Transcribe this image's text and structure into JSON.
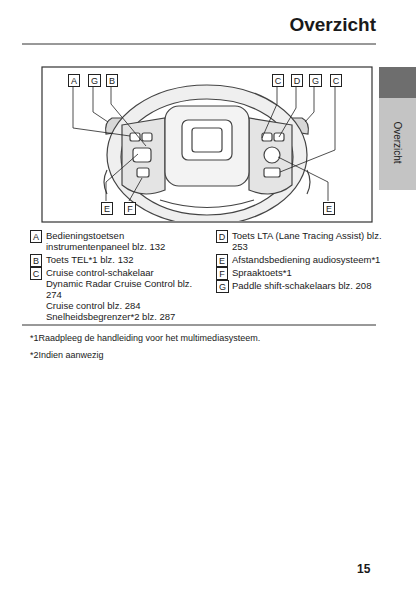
{
  "diagram": {
    "title": "Overzicht",
    "nodes": [
      {
        "text": [
          "A"
        ]
      },
      {
        "text": [
          "G"
        ]
      },
      {
        "text": [
          "B"
        ]
      },
      {
        "text": [
          "C"
        ]
      },
      {
        "text": [
          "D"
        ]
      },
      {
        "text": [
          "G"
        ]
      },
      {
        "text": [
          "C"
        ]
      },
      {
        "text": [
          "E"
        ]
      },
      {
        "text": [
          "F"
        ]
      },
      {
        "text": [
          "E"
        ]
      },
      {
        "text": [
          "A"
        ]
      },
      {
        "text": [
          "B"
        ]
      },
      {
        "text": [
          "C"
        ]
      },
      {
        "text": [
          "D"
        ]
      },
      {
        "text": [
          "E"
        ]
      },
      {
        "text": [
          "F"
        ]
      },
      {
        "text": [
          "G"
        ]
      }
    ],
    "labels": [
      "Overzicht",
      "Bedieningstoetsen instrumentenpaneel blz. 132",
      "Toets TEL*1 blz. 132",
      "Cruise control-schakelaar",
      "Dynamic Radar Cruise Control blz. 274",
      "Cruise control blz. 284",
      "Snelheidsbegrenzer*2 blz. 287",
      "Toets LTA (Lane Tracing Assist) blz. 253",
      "Afstandsbediening audiosysteem*1",
      "Spraaktoets*1",
      "Paddle shift-schakelaars blz. 208",
      "*1Raadpleeg de handleiding voor het multimediasysteem.",
      "*2Indien aanwezig",
      "15"
    ]
  }
}
